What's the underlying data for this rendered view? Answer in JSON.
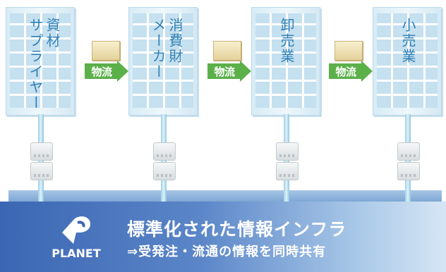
{
  "buildings": [
    {
      "col1": "資材",
      "col2": "サプライヤー"
    },
    {
      "col1": "消費財",
      "col2": "メーカー"
    },
    {
      "col1": "卸売業",
      "col2": ""
    },
    {
      "col1": "小売業",
      "col2": ""
    }
  ],
  "logistics_label": "物流",
  "platform": {
    "title": "標準化された情報インフラ",
    "subtitle": "⇒受発注・流通の情報を同時共有",
    "logo_text": "PLANET"
  },
  "colors": {
    "building_text": "#2f7fb6",
    "arrow_green": "#5bb04a",
    "platform_blue": "#3b66b3"
  }
}
